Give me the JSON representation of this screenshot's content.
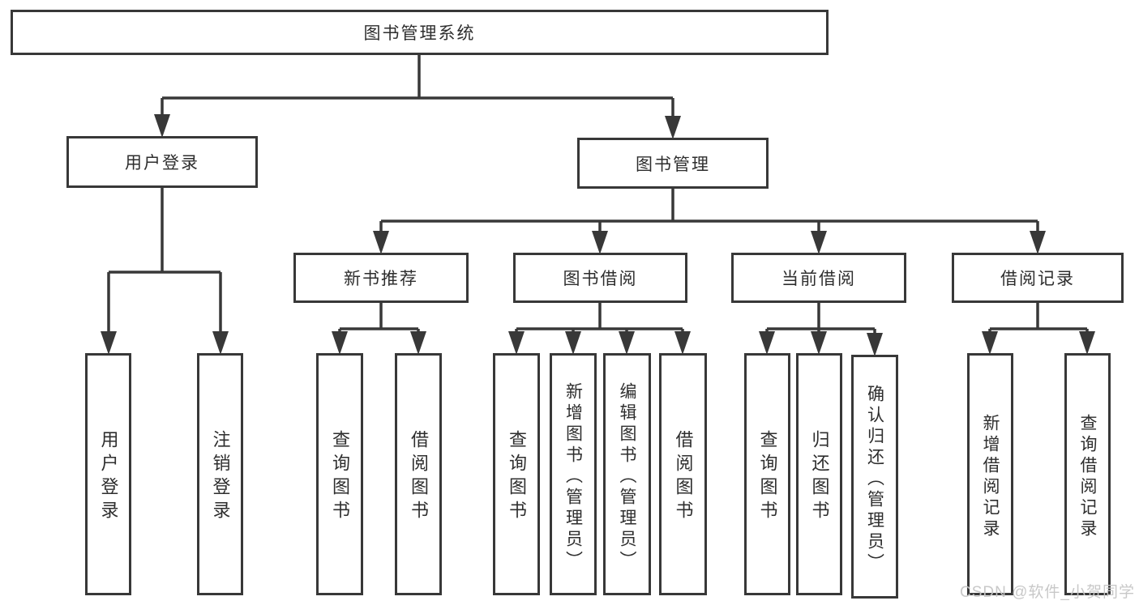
{
  "tree": {
    "label": "图书管理系统",
    "children": [
      {
        "label": "用户登录",
        "children": [
          {
            "label": "用户登录"
          },
          {
            "label": "注销登录"
          }
        ]
      },
      {
        "label": "图书管理",
        "children": [
          {
            "label": "新书推荐",
            "children": [
              {
                "label": "查询图书"
              },
              {
                "label": "借阅图书"
              }
            ]
          },
          {
            "label": "图书借阅",
            "children": [
              {
                "label": "查询图书"
              },
              {
                "label": "新增图书（管理员）"
              },
              {
                "label": "编辑图书（管理员）"
              },
              {
                "label": "借阅图书"
              }
            ]
          },
          {
            "label": "当前借阅",
            "children": [
              {
                "label": "查询图书"
              },
              {
                "label": "归还图书"
              },
              {
                "label": "确认归还（管理员）"
              }
            ]
          },
          {
            "label": "借阅记录",
            "children": [
              {
                "label": "新增借阅记录"
              },
              {
                "label": "查询借阅记录"
              }
            ]
          }
        ]
      }
    ]
  },
  "watermark": {
    "text": "CSDN @软件_小贺同学"
  },
  "colors": {
    "line": "#383838",
    "text": "#2e2e2e",
    "watermark": "#c6c6c6",
    "background": "#ffffff"
  }
}
